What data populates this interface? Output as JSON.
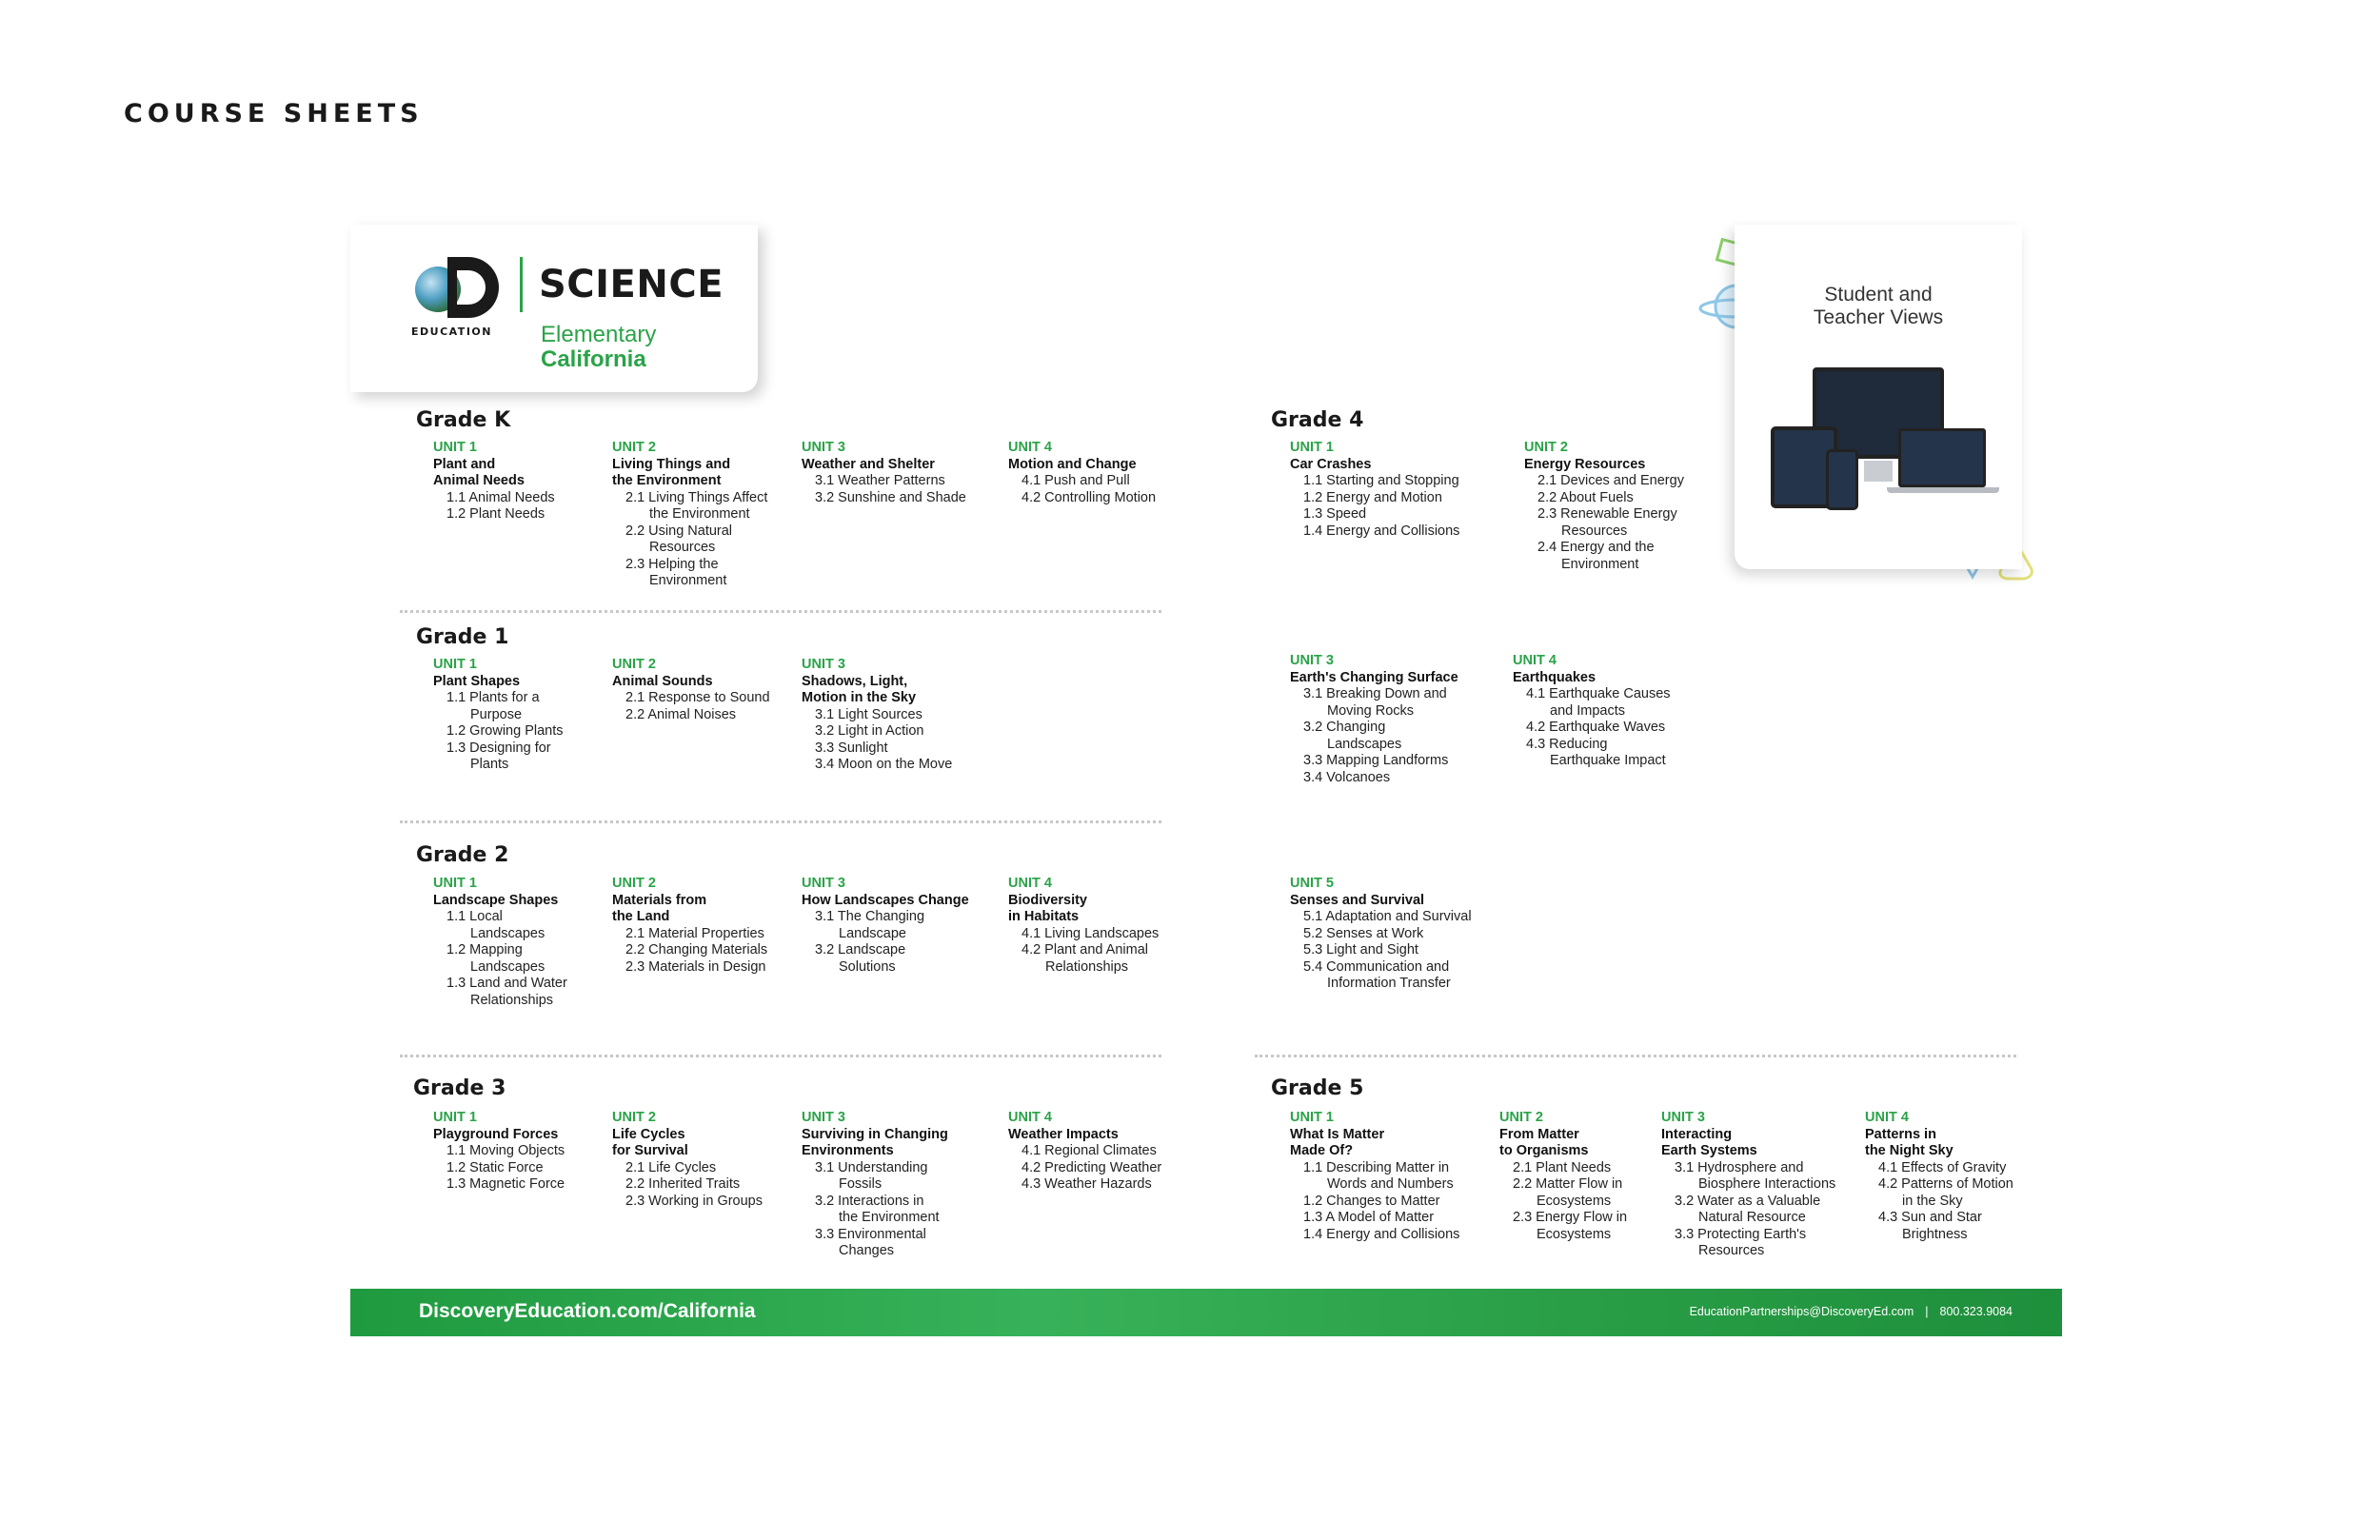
{
  "page_heading": "COURSE SHEETS",
  "header": {
    "brand": "EDUCATION",
    "title": "SCIENCE",
    "subtitle_1": "Elementary",
    "subtitle_2": "California"
  },
  "views_card": {
    "title": "Student and Teacher Views"
  },
  "grades": [
    {
      "title": "Grade K",
      "units": [
        {
          "label": "UNIT 1",
          "name": [
            "Plant and",
            "Animal Needs"
          ],
          "lessons": [
            [
              "1.1 Animal Needs"
            ],
            [
              "1.2 Plant Needs"
            ]
          ]
        },
        {
          "label": "UNIT 2",
          "name": [
            "Living Things and",
            "the Environment"
          ],
          "lessons": [
            [
              "2.1 Living Things Affect",
              "the Environment"
            ],
            [
              "2.2 Using Natural",
              "Resources"
            ],
            [
              "2.3 Helping the",
              "Environment"
            ]
          ]
        },
        {
          "label": "UNIT 3",
          "name": [
            "Weather and Shelter"
          ],
          "lessons": [
            [
              "3.1 Weather Patterns"
            ],
            [
              "3.2 Sunshine and Shade"
            ]
          ]
        },
        {
          "label": "UNIT 4",
          "name": [
            "Motion and Change"
          ],
          "lessons": [
            [
              "4.1 Push and Pull"
            ],
            [
              "4.2 Controlling Motion"
            ]
          ]
        }
      ]
    },
    {
      "title": "Grade 1",
      "units": [
        {
          "label": "UNIT 1",
          "name": [
            "Plant Shapes"
          ],
          "lessons": [
            [
              "1.1 Plants for a",
              "Purpose"
            ],
            [
              "1.2 Growing Plants"
            ],
            [
              "1.3 Designing for",
              "Plants"
            ]
          ]
        },
        {
          "label": "UNIT 2",
          "name": [
            "Animal Sounds"
          ],
          "lessons": [
            [
              "2.1 Response to Sound"
            ],
            [
              "2.2 Animal Noises"
            ]
          ]
        },
        {
          "label": "UNIT 3",
          "name": [
            "Shadows, Light,",
            "Motion in the Sky"
          ],
          "lessons": [
            [
              "3.1 Light Sources"
            ],
            [
              "3.2 Light in Action"
            ],
            [
              "3.3 Sunlight"
            ],
            [
              "3.4 Moon on the Move"
            ]
          ]
        }
      ]
    },
    {
      "title": "Grade 2",
      "units": [
        {
          "label": "UNIT 1",
          "name": [
            "Landscape Shapes"
          ],
          "lessons": [
            [
              "1.1 Local",
              "Landscapes"
            ],
            [
              "1.2 Mapping",
              "Landscapes"
            ],
            [
              "1.3 Land and Water",
              "Relationships"
            ]
          ]
        },
        {
          "label": "UNIT 2",
          "name": [
            "Materials from",
            "the Land"
          ],
          "lessons": [
            [
              "2.1 Material Properties"
            ],
            [
              "2.2 Changing Materials"
            ],
            [
              "2.3 Materials in Design"
            ]
          ]
        },
        {
          "label": "UNIT 3",
          "name": [
            "How Landscapes Change"
          ],
          "lessons": [
            [
              "3.1 The Changing",
              "Landscape"
            ],
            [
              "3.2 Landscape",
              "Solutions"
            ]
          ]
        },
        {
          "label": "UNIT 4",
          "name": [
            "Biodiversity",
            "in Habitats"
          ],
          "lessons": [
            [
              "4.1 Living Landscapes"
            ],
            [
              "4.2 Plant and Animal",
              "Relationships"
            ]
          ]
        }
      ]
    },
    {
      "title": "Grade 3",
      "units": [
        {
          "label": "UNIT 1",
          "name": [
            "Playground Forces"
          ],
          "lessons": [
            [
              "1.1 Moving Objects"
            ],
            [
              "1.2 Static Force"
            ],
            [
              "1.3 Magnetic Force"
            ]
          ]
        },
        {
          "label": "UNIT 2",
          "name": [
            "Life Cycles",
            "for Survival"
          ],
          "lessons": [
            [
              "2.1 Life Cycles"
            ],
            [
              "2.2 Inherited Traits"
            ],
            [
              "2.3 Working in Groups"
            ]
          ]
        },
        {
          "label": "UNIT 3",
          "name": [
            "Surviving in Changing",
            "Environments"
          ],
          "lessons": [
            [
              "3.1 Understanding",
              "Fossils"
            ],
            [
              "3.2 Interactions in",
              "the Environment"
            ],
            [
              "3.3 Environmental",
              "Changes"
            ]
          ]
        },
        {
          "label": "UNIT 4",
          "name": [
            "Weather Impacts"
          ],
          "lessons": [
            [
              "4.1 Regional Climates"
            ],
            [
              "4.2 Predicting Weather"
            ],
            [
              "4.3 Weather Hazards"
            ]
          ]
        }
      ]
    },
    {
      "title": "Grade 4",
      "units": [
        {
          "label": "UNIT 1",
          "name": [
            "Car Crashes"
          ],
          "lessons": [
            [
              "1.1 Starting and Stopping"
            ],
            [
              "1.2 Energy and Motion"
            ],
            [
              "1.3 Speed"
            ],
            [
              "1.4 Energy and Collisions"
            ]
          ]
        },
        {
          "label": "UNIT 2",
          "name": [
            "Energy Resources"
          ],
          "lessons": [
            [
              "2.1 Devices and Energy"
            ],
            [
              "2.2 About Fuels"
            ],
            [
              "2.3 Renewable Energy",
              "Resources"
            ],
            [
              "2.4 Energy and the",
              "Environment"
            ]
          ]
        },
        {
          "label": "UNIT 3",
          "name": [
            "Earth's Changing Surface"
          ],
          "lessons": [
            [
              "3.1 Breaking Down and",
              "Moving Rocks"
            ],
            [
              "3.2 Changing",
              "Landscapes"
            ],
            [
              "3.3 Mapping Landforms"
            ],
            [
              "3.4 Volcanoes"
            ]
          ]
        },
        {
          "label": "UNIT 4",
          "name": [
            "Earthquakes"
          ],
          "lessons": [
            [
              "4.1 Earthquake Causes",
              "and Impacts"
            ],
            [
              "4.2 Earthquake Waves"
            ],
            [
              "4.3 Reducing",
              "Earthquake Impact"
            ]
          ]
        },
        {
          "label": "UNIT 5",
          "name": [
            "Senses and Survival"
          ],
          "lessons": [
            [
              "5.1 Adaptation and Survival"
            ],
            [
              "5.2 Senses at Work"
            ],
            [
              "5.3 Light and Sight"
            ],
            [
              "5.4 Communication and",
              "Information Transfer"
            ]
          ]
        }
      ]
    },
    {
      "title": "Grade 5",
      "units": [
        {
          "label": "UNIT 1",
          "name": [
            "What Is Matter",
            "Made Of?"
          ],
          "lessons": [
            [
              "1.1 Describing Matter in",
              "Words and Numbers"
            ],
            [
              "1.2 Changes to Matter"
            ],
            [
              "1.3 A Model of Matter"
            ],
            [
              "1.4 Energy and Collisions"
            ]
          ]
        },
        {
          "label": "UNIT 2",
          "name": [
            "From Matter",
            "to Organisms"
          ],
          "lessons": [
            [
              "2.1 Plant Needs"
            ],
            [
              "2.2 Matter Flow in",
              "Ecosystems"
            ],
            [
              "2.3 Energy Flow in",
              "Ecosystems"
            ]
          ]
        },
        {
          "label": "UNIT 3",
          "name": [
            "Interacting",
            "Earth Systems"
          ],
          "lessons": [
            [
              "3.1 Hydrosphere and",
              "Biosphere Interactions"
            ],
            [
              "3.2 Water as a Valuable",
              "Natural Resource"
            ],
            [
              "3.3 Protecting Earth's",
              "Resources"
            ]
          ]
        },
        {
          "label": "UNIT 4",
          "name": [
            "Patterns in",
            "the Night Sky"
          ],
          "lessons": [
            [
              "4.1 Effects of Gravity"
            ],
            [
              "4.2 Patterns of Motion",
              "in the Sky"
            ],
            [
              "4.3 Sun and Star",
              "Brightness"
            ]
          ]
        }
      ]
    }
  ],
  "footer": {
    "url": "DiscoveryEducation.com/California",
    "email": "EducationPartnerships@DiscoveryEd.com",
    "separator": "|",
    "phone": "800.323.9084"
  },
  "colors": {
    "accent_green": "#2aa348",
    "text_dark": "#1a1a1a",
    "separator_gray": "#c8c8c8"
  }
}
